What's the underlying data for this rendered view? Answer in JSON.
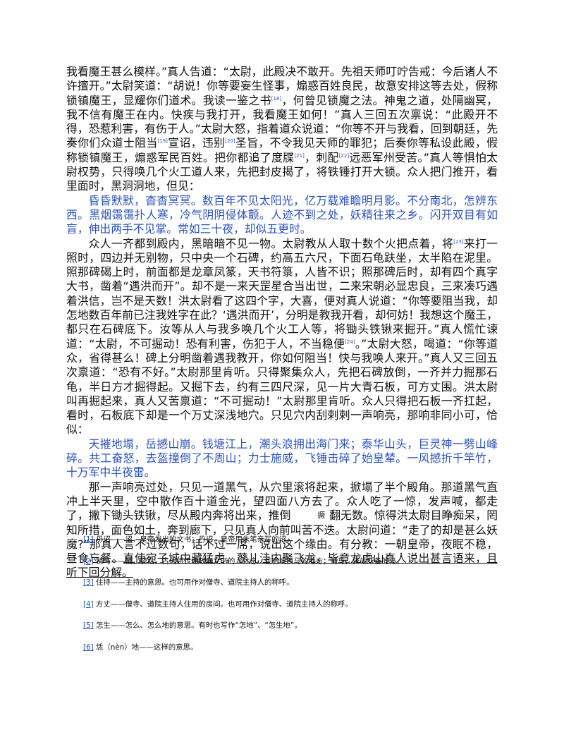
{
  "main": {
    "p1": [
      "我看魔王甚么模样。”真人告道：“太尉，此殿决不敢开。先祖天师叮咛告戒：今后诸人不许擅开。”太尉笑道：“胡说！你等要妄生怪事，煽惑百姓良民，故意安排这等去处，假称锁镇魔王，显耀你们道术。我读一鉴之书",
      "，何曾见锁魔之法。神鬼之道，处隔幽冥，我不信有魔王在内。快疾与我打开，我看魔王如何！”真人三回五次禀说：“此殿开不得，恐惹利害，有伤于人。”太尉大怒，指着道众说道：“你等不开与我看，回到朝廷，先奏你们众道士阻当",
      "宣诏，违别",
      "圣旨，不令我见天师的罪犯；后奏你等私设此殿，假称锁镇魔王，煽惑军民百姓。把你都追了度牒",
      "，刺配",
      "远恶军州受苦。”真人等惧怕太尉权势，只得唤几个火工道人来，先把封皮揭了，将铁锤打开大锁。众人把门推开，看里面时，黑洞洞地，但见："
    ],
    "p1_notes": [
      "[18]",
      "[19]",
      "[20]",
      "[21]",
      "[22]"
    ],
    "poem1": "昏昏默默，杳杳冥冥。数百年不见太阳光，亿万载难瞻明月影。不分南北，怎辨东西。黑烟霭霭扑人寒，冷气阴阴侵体颤。人迹不到之处，妖精往来之乡。闪开双目有如盲，伸出两手不见掌。常如三十夜，却似五更时。",
    "p2": [
      "众人一齐都到殿内，黑暗暗不见一物。太尉教从人取十数个火把点着，将",
      "来打一照时，四边并无别物，只中央一个石碑，约高五六尺，下面石龟趺坐，太半陷在泥里。照那碑碣上时，前面都是龙章凤篆，天书符箓，人皆不识；照那碑后时，却有四个真字大书，凿着“遇洪而开”。却不是一来天罡星合当出世，二来宋朝必显忠良，三来凑巧遇着洪信，岂不是天数！洪太尉看了这四个字，大喜，便对真人说道：“你等要阻当我，却怎地数百年前已注我姓字在此？‘遇洪而开’，分明是教我开看，却何妨！我想这个魔王，都只在石碑底下。汝等从人与我多唤几个火工人等，将锄头铁锹来掘开。”真人慌忙谏道：“太尉，不可掘动！恐有利害，伤犯于人，不当稳便",
      "。”太尉大怒，喝道：“你等道众，省得甚么！碑上分明凿着遇我教开，你如何阻当！快与我唤人来开。”真人又三回五次禀道：“恐有不好。”太尉那里肯听。只得聚集众人，先把石碑放倒，一齐并力掘那石龟，半日方才掘得起。又掘下去，约有三四尺深，见一片大青石板，可方丈围。洪太尉叫再掘起来，真人又苦禀道：“不可掘动！”太尉那里肯听。众人只得把石板一齐扛起，看时，石板底下却是一个万丈深浅地穴。只见穴内刮剌剌一声响亮，那响非同小可，恰似："
    ],
    "p2_notes": [
      "[23]",
      "[24]"
    ],
    "poem2": "天摧地塌，岳撼山崩。钱塘江上，潮头浪拥出海门来；泰华山头，巨灵神一劈山峰碎。共工奋怒，去盔撞倒了不周山；力士施威，飞锤击碎了始皇辇。一风撼折千竿竹，十万军中半夜雷。",
    "p3": [
      "那一声响亮过处，只见一道黑气，从穴里滚将起来，掀塌了半个殿角。那道黑气直冲上半天里，空中散作百十道金光，望四面八方去了。众人吃了一惊，发声喊，都走了，撇下锄头铁锹，尽从殿内奔将出来，推倒",
      "翻无数。惊得洪太尉目睁痴呆，罔知所措，面色如土，奔到廊下，只见真人向前叫苦不迭。太尉问道：“走了的却是甚么妖魔?”那真人言不过数句，话不过一席，说出这个缘由。有分教：一朝皇帝，夜眠不稳，昼食忘餐。"
    ],
    "p3_glyph": "撅",
    "p3_end": "直使宛子城中藏猛虎，蓼儿洼内聚飞龙。毕竟龙虎山真人说出甚言语来，且听下回分解。"
  },
  "notes": [
    {
      "num": "[1]",
      "text": " 丹诏——诏，皇帝发出的文书；丹诏，皇帝用朱笔亲写的诏。"
    },
    {
      "num": "[2]",
      "text": " 铺马——铺，驿站，古代供传递政府文书的人休息、住宿或换马的地方；铺马，驿站所备的马。"
    },
    {
      "num": "[3]",
      "text": " 住持——主持的意思。也可用作对僧寺、道院主持人的称呼。"
    },
    {
      "num": "[4]",
      "text": " 方丈——僧寺、道院主持人住用的房间。也可用作对僧寺、道院主持人的称呼。"
    },
    {
      "num": "[5]",
      "text": " 怎生——怎么、怎么地的意思。有时也写作“怎地”、“怎生地”。"
    },
    {
      "num": "[6]",
      "text": " 恁（nèn）地——这样的意思。"
    }
  ],
  "colors": {
    "link": "#2a52be",
    "text": "#111111"
  }
}
